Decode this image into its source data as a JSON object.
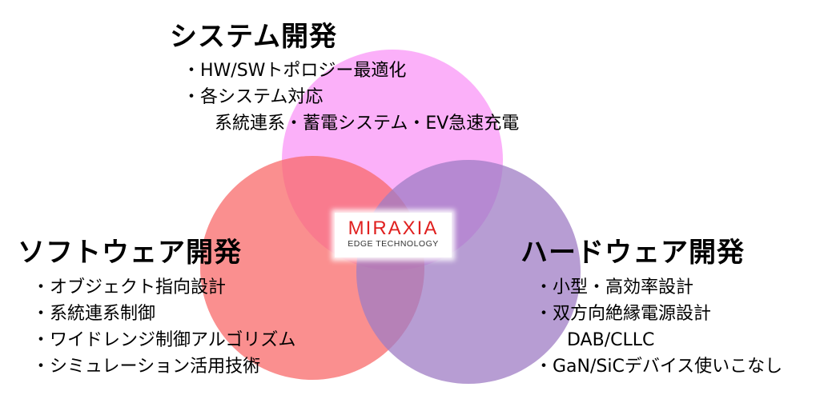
{
  "system": {
    "title": "システム開発",
    "items": [
      "・HW/SWトポロジー最適化",
      "・各システム対応",
      "系統連系・蓄電システム・EV急速充電"
    ]
  },
  "software": {
    "title": "ソフトウェア開発",
    "items": [
      "・オブジェクト指向設計",
      "・系統連系制御",
      "・ワイドレンジ制御アルゴリズム",
      "・シミュレーション活用技術"
    ]
  },
  "hardware": {
    "title": "ハードウェア開発",
    "items": [
      "・小型・高効率設計",
      "・双方向絶縁電源設計",
      "DAB/CLLC",
      "・GaN/SiCデバイス使いこなし"
    ]
  },
  "logo": {
    "name": "MIRAXIA",
    "tagline": "EDGE TECHNOLOGY"
  },
  "colors": {
    "system": "#fa9cf8",
    "software": "#f86a6a",
    "hardware": "#9f7cc4"
  }
}
